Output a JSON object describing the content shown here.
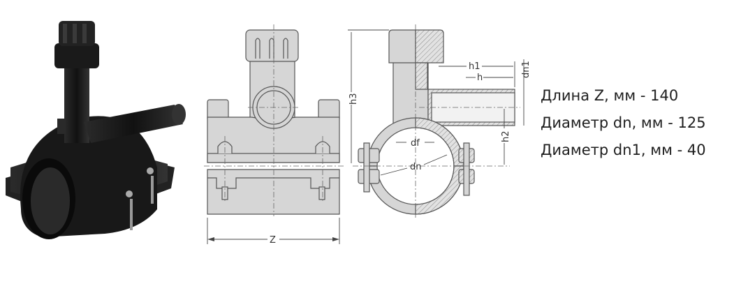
{
  "specs": [
    "Длина Z, мм - 140",
    "Диаметр dn, мм - 125",
    "Диаметр dn1, мм - 40"
  ],
  "drawing_labels": {
    "z": "Z",
    "h3": "h3",
    "h1": "h1",
    "h": "h",
    "dn1": "dn1",
    "h2": "h2",
    "df": "df",
    "dn": "dn"
  },
  "colors": {
    "part_fill": "#d6d6d6",
    "line": "#555555",
    "photo": "#1c1c1c"
  }
}
